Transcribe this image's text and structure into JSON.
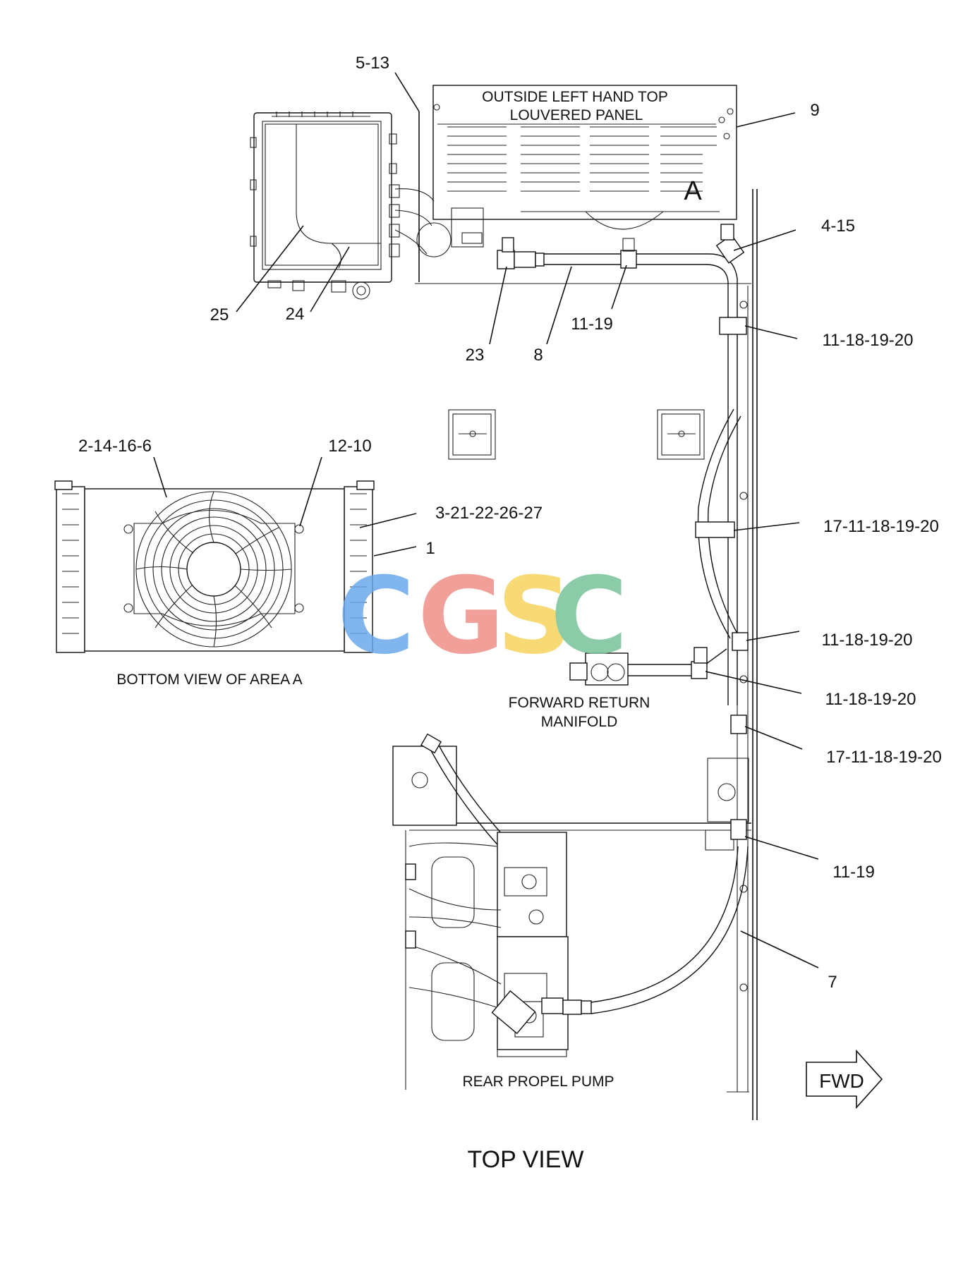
{
  "callouts": {
    "c_5_13": "5-13",
    "c_9": "9",
    "c_4_15": "4-15",
    "c_25": "25",
    "c_24": "24",
    "c_23": "23",
    "c_8": "8",
    "c_11_19_top": "11-19",
    "c_11_18_19_20_a": "11-18-19-20",
    "c_2_14_16_6": "2-14-16-6",
    "c_12_10": "12-10",
    "c_3_21_22_26_27": "3-21-22-26-27",
    "c_1": "1",
    "c_17_11_18_19_20_a": "17-11-18-19-20",
    "c_11_18_19_20_b": "11-18-19-20",
    "c_11_18_19_20_c": "11-18-19-20",
    "c_17_11_18_19_20_b": "17-11-18-19-20",
    "c_11_19_bottom": "11-19",
    "c_7": "7"
  },
  "labels": {
    "louvered_line1": "OUTSIDE LEFT HAND TOP",
    "louvered_line2": "LOUVERED PANEL",
    "area_letter": "A",
    "bottom_view": "BOTTOM  VIEW  OF AREA  A",
    "manifold_line1": "FORWARD RETURN",
    "manifold_line2": "MANIFOLD",
    "rear_pump": "REAR PROPEL PUMP",
    "top_view": "TOP VIEW",
    "fwd": "FWD"
  },
  "watermark": {
    "letters": [
      "C",
      "G",
      "S",
      "C"
    ],
    "colors": [
      "#6aa9ea",
      "#ef8f88",
      "#f6d45e",
      "#79c39a"
    ]
  }
}
